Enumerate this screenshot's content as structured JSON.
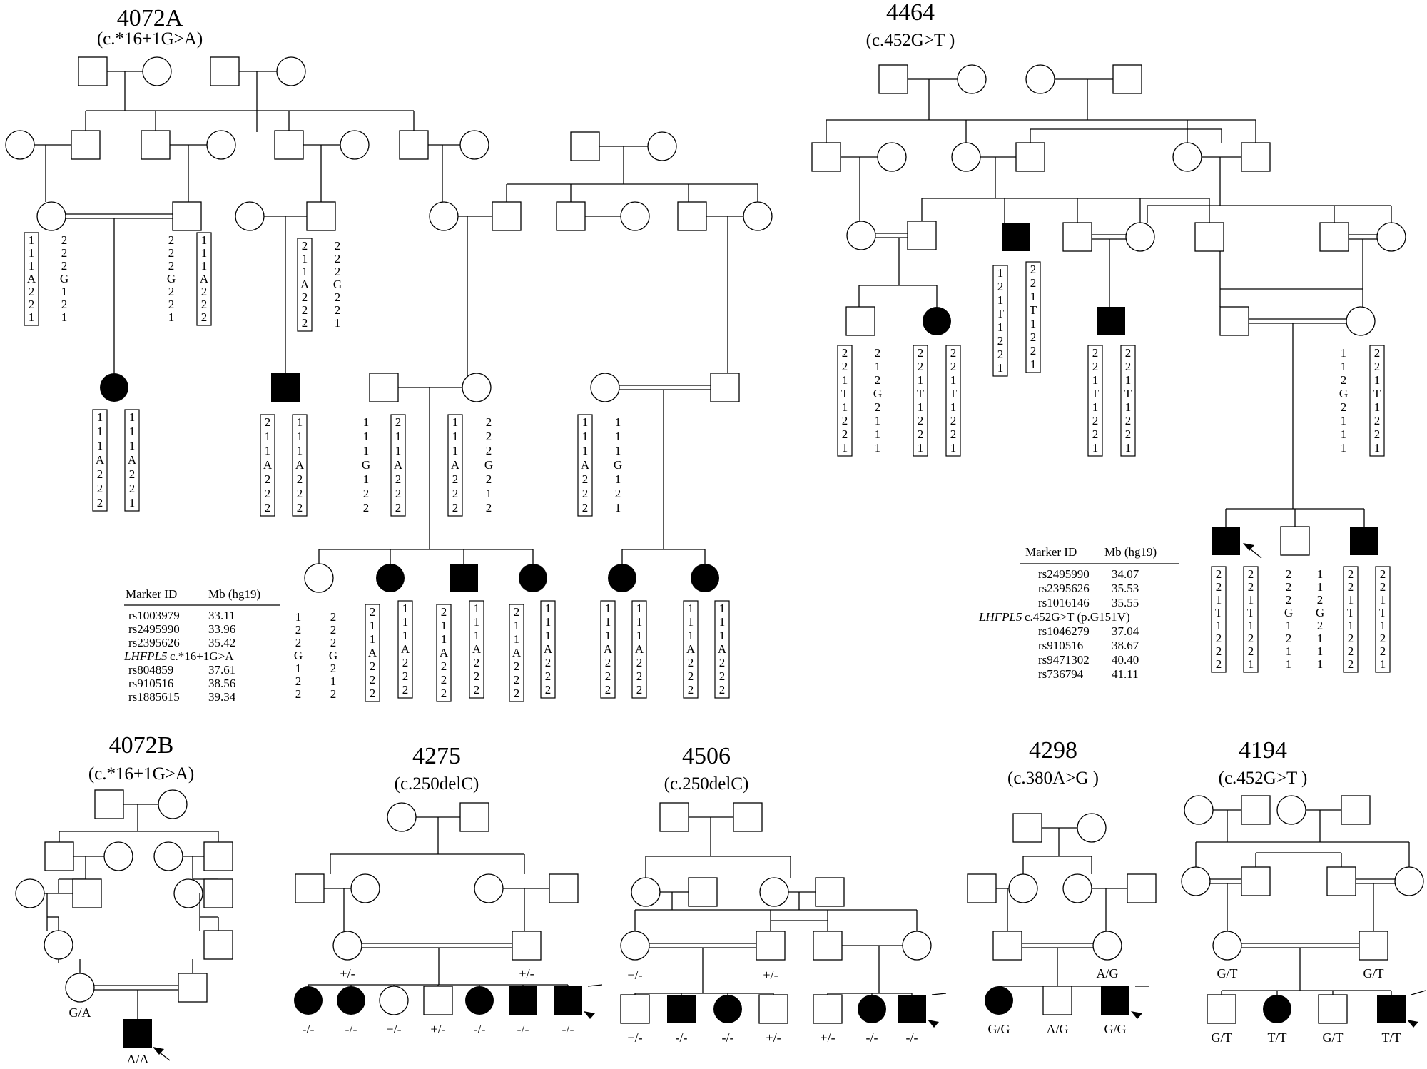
{
  "pedigrees": [
    {
      "id": "4072A",
      "title": "4072A",
      "mutation": "(c.*16+1G>A)",
      "marker_table": {
        "headers": [
          "Marker ID",
          "Mb (hg19)"
        ],
        "rows": [
          {
            "marker": "rs1003979",
            "mb": "33.11"
          },
          {
            "marker": "rs2495990",
            "mb": "33.96"
          },
          {
            "marker": "rs2395626",
            "mb": "35.42"
          },
          {
            "marker": "LHFPL5",
            "marker_detail": "c.*16+1G>A",
            "mb": ""
          },
          {
            "marker": "rs804859",
            "mb": "37.61"
          },
          {
            "marker": "rs910516",
            "mb": "38.56"
          },
          {
            "marker": "rs1885615",
            "mb": "39.34"
          }
        ]
      },
      "haplotypes": [
        {
          "id": "A_m1",
          "values": [
            "1",
            "1",
            "1",
            "A",
            "2",
            "2",
            "1"
          ],
          "boxed": true
        },
        {
          "id": "A_m2",
          "values": [
            "2",
            "2",
            "2",
            "G",
            "1",
            "2",
            "1"
          ],
          "boxed": false
        },
        {
          "id": "A_f1",
          "values": [
            "2",
            "2",
            "2",
            "G",
            "2",
            "2",
            "1"
          ],
          "boxed": false
        },
        {
          "id": "A_f2",
          "values": [
            "1",
            "1",
            "1",
            "A",
            "2",
            "2",
            "2"
          ],
          "boxed": true
        },
        {
          "id": "A_g1",
          "values": [
            "2",
            "1",
            "1",
            "A",
            "2",
            "2",
            "2"
          ],
          "boxed": true
        },
        {
          "id": "A_g2",
          "values": [
            "2",
            "2",
            "2",
            "G",
            "2",
            "2",
            "1"
          ],
          "boxed": false
        },
        {
          "id": "A_p1a",
          "values": [
            "1",
            "1",
            "1",
            "A",
            "2",
            "2",
            "2"
          ],
          "boxed": true
        },
        {
          "id": "A_p1b",
          "values": [
            "1",
            "1",
            "1",
            "A",
            "2",
            "2",
            "1"
          ],
          "boxed": true
        },
        {
          "id": "A_p2a",
          "values": [
            "2",
            "1",
            "1",
            "A",
            "2",
            "2",
            "2"
          ],
          "boxed": true
        },
        {
          "id": "A_p2b",
          "values": [
            "1",
            "1",
            "1",
            "A",
            "2",
            "2",
            "2"
          ],
          "boxed": true
        },
        {
          "id": "A_h1",
          "values": [
            "1",
            "1",
            "1",
            "G",
            "1",
            "2",
            "2"
          ],
          "boxed": false
        },
        {
          "id": "A_h2",
          "values": [
            "2",
            "1",
            "1",
            "A",
            "2",
            "2",
            "2"
          ],
          "boxed": true
        },
        {
          "id": "A_h3",
          "values": [
            "1",
            "1",
            "1",
            "A",
            "2",
            "2",
            "2"
          ],
          "boxed": true
        },
        {
          "id": "A_h4",
          "values": [
            "2",
            "2",
            "2",
            "G",
            "2",
            "1",
            "2"
          ],
          "boxed": false
        },
        {
          "id": "A_h5",
          "values": [
            "1",
            "1",
            "1",
            "A",
            "2",
            "2",
            "2"
          ],
          "boxed": true
        },
        {
          "id": "A_h6",
          "values": [
            "1",
            "1",
            "1",
            "G",
            "1",
            "2",
            "1"
          ],
          "boxed": false
        },
        {
          "id": "A_c1a",
          "values": [
            "1",
            "2",
            "2",
            "G",
            "1",
            "2",
            "2"
          ],
          "boxed": false
        },
        {
          "id": "A_c1b",
          "values": [
            "2",
            "2",
            "2",
            "G",
            "2",
            "1",
            "2"
          ],
          "boxed": false
        },
        {
          "id": "A_c2a",
          "values": [
            "2",
            "1",
            "1",
            "A",
            "2",
            "2",
            "2"
          ],
          "boxed": true
        },
        {
          "id": "A_c2b",
          "values": [
            "1",
            "1",
            "1",
            "A",
            "2",
            "2",
            "2"
          ],
          "boxed": true
        },
        {
          "id": "A_c3a",
          "values": [
            "2",
            "1",
            "1",
            "A",
            "2",
            "2",
            "2"
          ],
          "boxed": true
        },
        {
          "id": "A_c3b",
          "values": [
            "1",
            "1",
            "1",
            "A",
            "2",
            "2",
            "2"
          ],
          "boxed": true
        },
        {
          "id": "A_c4a",
          "values": [
            "2",
            "1",
            "1",
            "A",
            "2",
            "2",
            "2"
          ],
          "boxed": true
        },
        {
          "id": "A_c4b",
          "values": [
            "1",
            "1",
            "1",
            "A",
            "2",
            "2",
            "2"
          ],
          "boxed": true
        },
        {
          "id": "A_c5a",
          "values": [
            "1",
            "1",
            "1",
            "A",
            "2",
            "2",
            "2"
          ],
          "boxed": true
        },
        {
          "id": "A_c5b",
          "values": [
            "1",
            "1",
            "1",
            "A",
            "2",
            "2",
            "2"
          ],
          "boxed": true
        },
        {
          "id": "A_c6a",
          "values": [
            "1",
            "1",
            "1",
            "A",
            "2",
            "2",
            "2"
          ],
          "boxed": true
        },
        {
          "id": "A_c6b",
          "values": [
            "1",
            "1",
            "1",
            "A",
            "2",
            "2",
            "2"
          ],
          "boxed": true
        }
      ]
    },
    {
      "id": "4464",
      "title": "4464",
      "mutation": "(c.452G>T )",
      "marker_table": {
        "headers": [
          "Marker ID",
          "Mb (hg19)"
        ],
        "rows": [
          {
            "marker": "rs2495990",
            "mb": "34.07"
          },
          {
            "marker": "rs2395626",
            "mb": "35.53"
          },
          {
            "marker": "rs1016146",
            "mb": "35.55"
          },
          {
            "marker": "LHFPL5",
            "marker_detail": "c.452G>T (p.G151V)",
            "mb": ""
          },
          {
            "marker": "rs1046279",
            "mb": "37.04"
          },
          {
            "marker": "rs910516",
            "mb": "38.67"
          },
          {
            "marker": "rs9471302",
            "mb": "40.40"
          },
          {
            "marker": "rs736794",
            "mb": "41.11"
          }
        ]
      },
      "haplotypes": [
        {
          "id": "B_u1",
          "values": [
            "1",
            "2",
            "1",
            "T",
            "1",
            "2",
            "2",
            "1"
          ],
          "boxed": true
        },
        {
          "id": "B_u2",
          "values": [
            "2",
            "2",
            "1",
            "T",
            "1",
            "2",
            "2",
            "1"
          ],
          "boxed": true
        },
        {
          "id": "B_s1",
          "values": [
            "2",
            "2",
            "1",
            "T",
            "1",
            "2",
            "2",
            "1"
          ],
          "boxed": true
        },
        {
          "id": "B_s2",
          "values": [
            "2",
            "1",
            "2",
            "G",
            "2",
            "1",
            "1",
            "1"
          ],
          "boxed": false
        },
        {
          "id": "B_s3",
          "values": [
            "2",
            "2",
            "1",
            "T",
            "1",
            "2",
            "2",
            "1"
          ],
          "boxed": true
        },
        {
          "id": "B_s4",
          "values": [
            "2",
            "2",
            "1",
            "T",
            "1",
            "2",
            "2",
            "1"
          ],
          "boxed": true
        },
        {
          "id": "B_d1",
          "values": [
            "2",
            "2",
            "1",
            "T",
            "1",
            "2",
            "2",
            "1"
          ],
          "boxed": true
        },
        {
          "id": "B_d2",
          "values": [
            "2",
            "2",
            "1",
            "T",
            "1",
            "2",
            "2",
            "1"
          ],
          "boxed": true
        },
        {
          "id": "B_r1",
          "values": [
            "1",
            "1",
            "2",
            "G",
            "2",
            "1",
            "1",
            "1"
          ],
          "boxed": false
        },
        {
          "id": "B_r2",
          "values": [
            "2",
            "2",
            "1",
            "T",
            "1",
            "2",
            "2",
            "1"
          ],
          "boxed": true
        },
        {
          "id": "B_p1",
          "values": [
            "2",
            "2",
            "1",
            "T",
            "1",
            "2",
            "2",
            "2"
          ],
          "boxed": true
        },
        {
          "id": "B_p2",
          "values": [
            "2",
            "2",
            "1",
            "T",
            "1",
            "2",
            "2",
            "1"
          ],
          "boxed": true
        },
        {
          "id": "B_n1",
          "values": [
            "2",
            "2",
            "2",
            "G",
            "1",
            "2",
            "1",
            "1"
          ],
          "boxed": false
        },
        {
          "id": "B_n2",
          "values": [
            "1",
            "1",
            "2",
            "G",
            "2",
            "1",
            "1",
            "1"
          ],
          "boxed": false
        },
        {
          "id": "B_q1",
          "values": [
            "2",
            "2",
            "1",
            "T",
            "1",
            "2",
            "2",
            "2"
          ],
          "boxed": true
        },
        {
          "id": "B_q2",
          "values": [
            "2",
            "2",
            "1",
            "T",
            "1",
            "2",
            "2",
            "1"
          ],
          "boxed": true
        }
      ]
    },
    {
      "id": "4072B",
      "title": "4072B",
      "mutation": "(c.*16+1G>A)",
      "genotypes": {
        "mother": "G/A",
        "proband": "A/A"
      }
    },
    {
      "id": "4275",
      "title": "4275",
      "mutation": "(c.250delC)",
      "genotypes": {
        "mother": "+/-",
        "father": "+/-",
        "children": [
          "-/-",
          "-/-",
          "+/-",
          "+/-",
          "-/-",
          "-/-",
          "-/-"
        ]
      }
    },
    {
      "id": "4506",
      "title": "4506",
      "mutation": "(c.250delC)",
      "genotypes": {
        "mother": "+/-",
        "father": "+/-",
        "children": [
          "+/-",
          "-/-",
          "-/-",
          "+/-",
          "+/-",
          "-/-",
          "-/-"
        ]
      }
    },
    {
      "id": "4298",
      "title": "4298",
      "mutation": "(c.380A>G )",
      "genotypes": {
        "mother": "A/G",
        "children": [
          "G/G",
          "A/G",
          "G/G"
        ]
      }
    },
    {
      "id": "4194",
      "title": "4194",
      "mutation": "(c.452G>T )",
      "genotypes": {
        "mother": "G/T",
        "father": "G/T",
        "children": [
          "G/T",
          "T/T",
          "G/T",
          "T/T"
        ]
      }
    }
  ]
}
